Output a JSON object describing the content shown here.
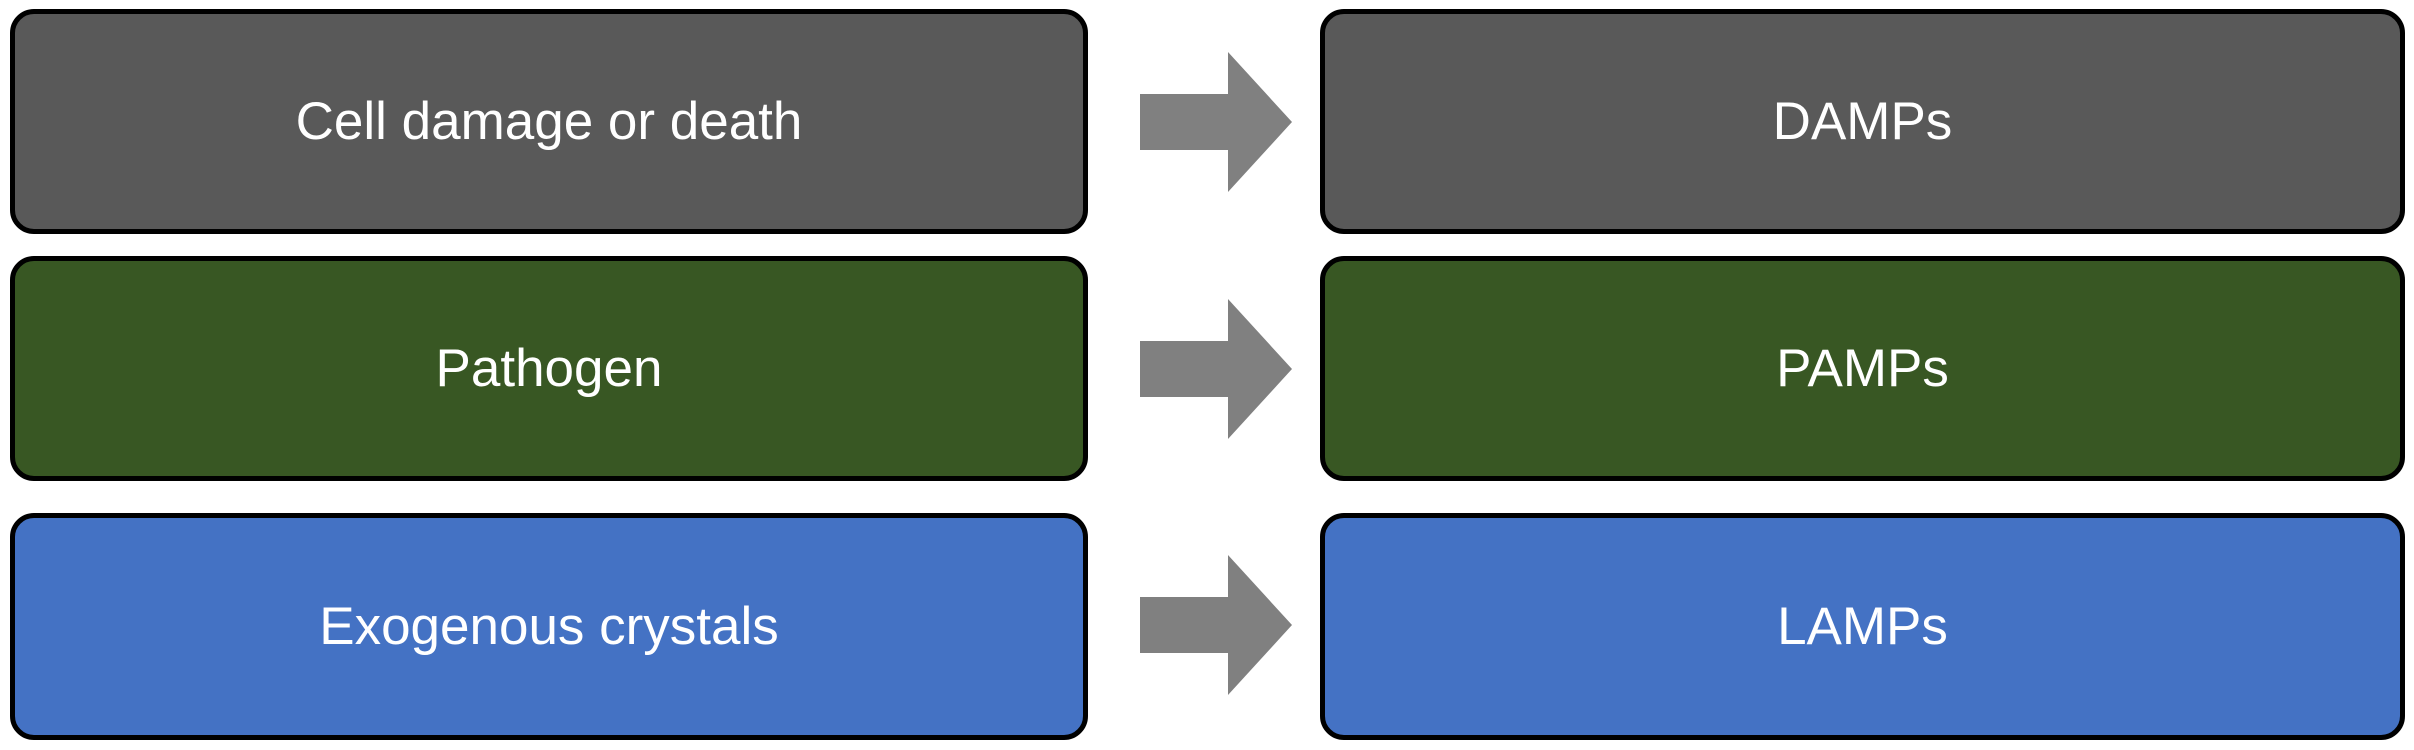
{
  "diagram": {
    "type": "flowchart",
    "orientation": "left-to-right",
    "rows": [
      {
        "id": "damps",
        "source_label": "Cell damage or death",
        "target_label": "DAMPs",
        "fill_color": "#595959",
        "border_color": "#000000",
        "text_color": "#FFFFFF",
        "arrow": {
          "name": "right-arrow-icon",
          "color": "#808080"
        }
      },
      {
        "id": "pamps",
        "source_label": "Pathogen",
        "target_label": "PAMPs",
        "fill_color": "#385723",
        "border_color": "#000000",
        "text_color": "#FFFFFF",
        "arrow": {
          "name": "right-arrow-icon",
          "color": "#808080"
        }
      },
      {
        "id": "lamps",
        "source_label": "Exogenous crystals",
        "target_label": "LAMPs",
        "fill_color": "#4472C4",
        "border_color": "#000000",
        "text_color": "#FFFFFF",
        "arrow": {
          "name": "right-arrow-icon",
          "color": "#808080"
        }
      }
    ]
  }
}
